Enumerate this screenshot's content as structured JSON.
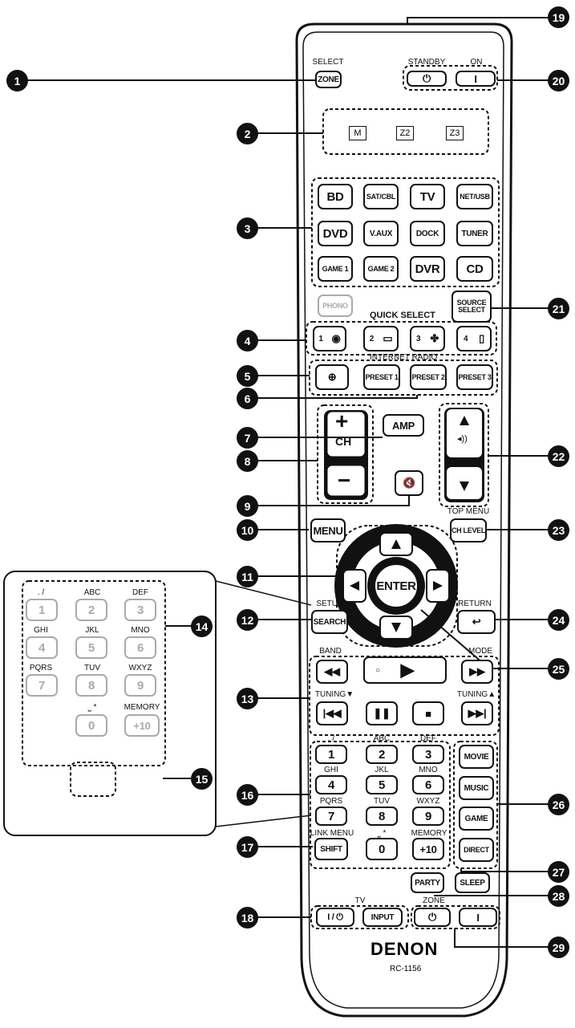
{
  "brand": "DENON",
  "model": "RC-1156",
  "labels": {
    "select": "SELECT",
    "standby": "STANDBY",
    "on": "ON",
    "quick_select": "QUICK SELECT",
    "internet_radio": "INTERNET RADIO",
    "ch": "CH",
    "top_menu": "TOP MENU",
    "setup": "SETUP",
    "return": "RETURN",
    "band": "BAND",
    "mode": "MODE",
    "tuning_down": "TUNING▼",
    "tuning_up": "TUNING▲",
    "link_menu": "LINK MENU",
    "memory": "MEMORY",
    "tv": "TV",
    "zone": "ZONE"
  },
  "buttons": {
    "zone": "ZONE",
    "standby": "⏻",
    "on": "I",
    "zone_m": "M",
    "zone_z2": "Z2",
    "zone_z3": "Z3",
    "bd": "BD",
    "sat_cbl": "SAT/CBL",
    "tv": "TV",
    "net_usb": "NET/USB",
    "dvd": "DVD",
    "v_aux": "V.AUX",
    "dock": "DOCK",
    "tuner": "TUNER",
    "game1": "GAME 1",
    "game2": "GAME 2",
    "dvr": "DVR",
    "cd": "CD",
    "phono": "PHONO",
    "source_select": "SOURCE SELECT",
    "preset1": "PRESET 1",
    "preset2": "PRESET 2",
    "preset3": "PRESET 3",
    "amp": "AMP",
    "plus": "+",
    "minus": "−",
    "menu": "MENU",
    "ch_level": "CH LEVEL",
    "enter": "ENTER",
    "search": "SEARCH",
    "shift": "SHIFT",
    "plus10": "+10",
    "movie": "MOVIE",
    "music": "MUSIC",
    "game": "GAME",
    "direct": "DIRECT",
    "sleep": "SLEEP",
    "party": "PARTY",
    "input": "INPUT",
    "tv_power": "I / ⏻",
    "zone_standby": "⏻",
    "zone_on": "I"
  },
  "quick_select_numbers": [
    "1",
    "2",
    "3",
    "4"
  ],
  "numpad": [
    {
      "digit": "1",
      "letters": ". /"
    },
    {
      "digit": "2",
      "letters": "ABC"
    },
    {
      "digit": "3",
      "letters": "DEF"
    },
    {
      "digit": "4",
      "letters": "GHI"
    },
    {
      "digit": "5",
      "letters": "JKL"
    },
    {
      "digit": "6",
      "letters": "MNO"
    },
    {
      "digit": "7",
      "letters": "PQRS"
    },
    {
      "digit": "8",
      "letters": "TUV"
    },
    {
      "digit": "9",
      "letters": "WXYZ"
    },
    {
      "digit": "0",
      "letters": "⎵ *"
    }
  ],
  "callouts": [
    "❶",
    "❷",
    "❸",
    "❹",
    "❺",
    "❻",
    "❼",
    "❽",
    "❾",
    "❿",
    "⓫",
    "⓬",
    "⓭",
    "⓮",
    "⓯",
    "⓰",
    "⓱",
    "⓲",
    "⓳",
    "⓴",
    "㉑",
    "㉒",
    "㉓",
    "㉔",
    "㉕",
    "㉖",
    "㉗",
    "㉘",
    "㉙"
  ],
  "callout_numbers": [
    "1",
    "2",
    "3",
    "4",
    "5",
    "6",
    "7",
    "8",
    "9",
    "10",
    "11",
    "12",
    "13",
    "14",
    "15",
    "16",
    "17",
    "18",
    "19",
    "20",
    "21",
    "22",
    "23",
    "24",
    "25",
    "26",
    "27",
    "28",
    "29"
  ]
}
